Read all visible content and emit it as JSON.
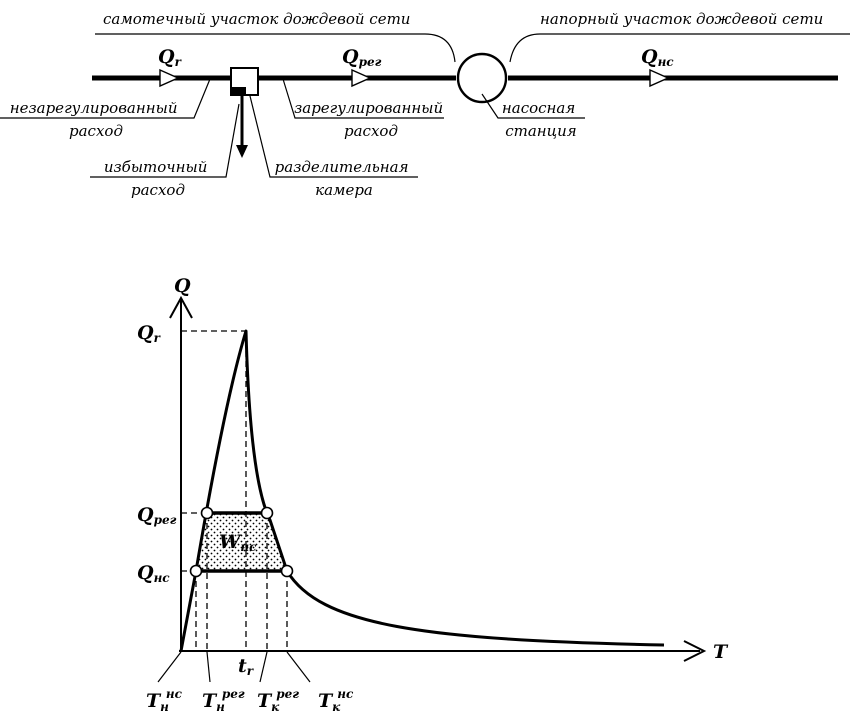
{
  "scheme": {
    "gravity_section": "самотечный участок дождевой сети",
    "pressure_section": "напорный участок дождевой сети",
    "unregulated_flow": [
      "незарегулированный",
      "расход"
    ],
    "regulated_flow": [
      "зарегулированный",
      "расход"
    ],
    "pumping_station": [
      "насосная",
      "станция"
    ],
    "excess_flow": [
      "избыточный",
      "расход"
    ],
    "separation_chamber": [
      "разделительная",
      "камера"
    ],
    "flow_labels": {
      "q_r": {
        "main": "Q",
        "sub": "r"
      },
      "q_reg": {
        "main": "Q",
        "sub": "рег"
      },
      "q_ns": {
        "main": "Q",
        "sub": "нс"
      }
    }
  },
  "graph": {
    "y_axis": "Q",
    "x_axis": "T",
    "volume": {
      "main": "W",
      "sub": "нс"
    },
    "y_ticks": [
      {
        "main": "Q",
        "sub": "r"
      },
      {
        "main": "Q",
        "sub": "рег"
      },
      {
        "main": "Q",
        "sub": "нс"
      }
    ],
    "peak_time": {
      "main": "t",
      "sub": "r"
    },
    "time_labels": [
      {
        "main": "T",
        "sub": "н",
        "sup": "нс"
      },
      {
        "main": "T",
        "sub": "н",
        "sup": "рег"
      },
      {
        "main": "T",
        "sub": "к",
        "sup": "рег"
      },
      {
        "main": "T",
        "sub": "к",
        "sup": "нс"
      }
    ]
  }
}
